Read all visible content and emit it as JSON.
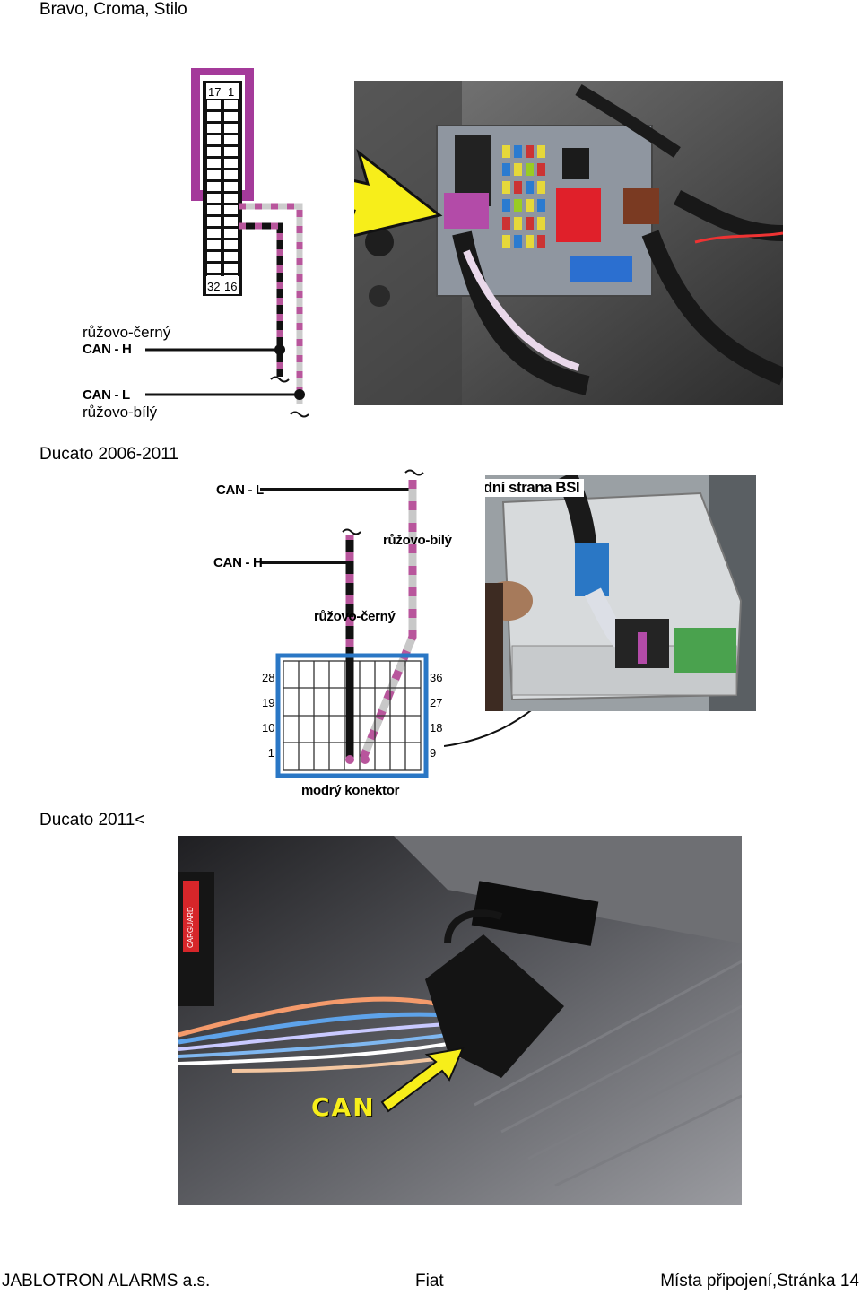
{
  "sections": [
    {
      "heading": "Bravo, Croma, Stilo"
    },
    {
      "heading": "Ducato 2006-2011"
    },
    {
      "heading": "Ducato 2011<"
    }
  ],
  "diagram1": {
    "pin_top": [
      "17",
      "1"
    ],
    "pin_bottom": [
      "32",
      "16"
    ],
    "labels": {
      "wire_a_color": "růžovo-černý",
      "wire_a_signal": "CAN - H",
      "wire_b_signal": "CAN - L",
      "wire_b_color": "růžovo-bílý"
    }
  },
  "diagram2": {
    "photo_caption": "Zadní strana BSI",
    "labels": {
      "can_l": "CAN - L",
      "can_h": "CAN - H",
      "wire_white": "růžovo-bílý",
      "wire_black": "růžovo-černý",
      "connector": "modrý konektor"
    },
    "pin_left": [
      "28",
      "19",
      "10",
      "1"
    ],
    "pin_right": [
      "36",
      "27",
      "18",
      "9"
    ]
  },
  "photo3": {
    "callout": "CAN",
    "sticker": "CARGUARD"
  },
  "footer": {
    "company": "JABLOTRON ALARMS a.s.",
    "brand": "Fiat",
    "page": "Místa připojení,Stránka 14"
  },
  "colors": {
    "magenta": "#a43a9a",
    "pink_wire": "#b8569c",
    "arrow_yellow": "#f7ee1a",
    "connector_blue": "#2a77c5",
    "connector_green": "#4aa24e"
  }
}
